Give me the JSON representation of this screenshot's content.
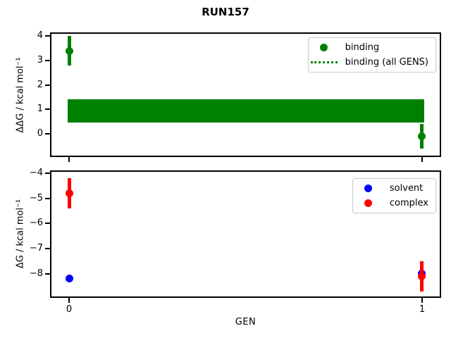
{
  "figure": {
    "title": "RUN157",
    "background": "#ffffff"
  },
  "colors": {
    "binding": "#008000",
    "solvent": "#0000ff",
    "complex": "#ff0000",
    "axis": "#000000",
    "legend_border": "#cccccc"
  },
  "chart_data": [
    {
      "type": "scatter",
      "title": "RUN157",
      "ylabel": "ΔΔG / kcal mol⁻¹",
      "xlabel": "",
      "xlim": [
        -0.05,
        1.05
      ],
      "ylim": [
        -0.9,
        4.1
      ],
      "grid": false,
      "show_xtick_labels": false,
      "yticks": [
        {
          "v": 4,
          "label": "4"
        },
        {
          "v": 3,
          "label": "3"
        },
        {
          "v": 2,
          "label": "2"
        },
        {
          "v": 1,
          "label": "1"
        },
        {
          "v": 0,
          "label": "0"
        }
      ],
      "xticks": [
        {
          "v": 0,
          "label": "0"
        },
        {
          "v": 1,
          "label": "1"
        }
      ],
      "series": [
        {
          "name": "binding (all GENS)",
          "style": "band",
          "color": "#008000",
          "x_from": 0,
          "x_to": 1,
          "y_low": 0.45,
          "y_high": 1.42
        },
        {
          "name": "binding",
          "style": "points",
          "color": "#008000",
          "x": [
            0,
            1
          ],
          "y": [
            3.4,
            -0.1
          ],
          "yerr": [
            0.6,
            0.5
          ]
        }
      ],
      "legend": {
        "position": "upper right",
        "entries": [
          {
            "label": "binding",
            "glyph": "dot",
            "color": "#008000"
          },
          {
            "label": "binding (all GENS)",
            "glyph": "dotted-line",
            "color": "#008000"
          }
        ]
      }
    },
    {
      "type": "scatter",
      "title": "",
      "ylabel": "ΔG / kcal mol⁻¹",
      "xlabel": "GEN",
      "xlim": [
        -0.05,
        1.05
      ],
      "ylim": [
        -8.9,
        -3.95
      ],
      "grid": false,
      "show_xtick_labels": true,
      "yticks": [
        {
          "v": -4,
          "label": "−4"
        },
        {
          "v": -5,
          "label": "−5"
        },
        {
          "v": -6,
          "label": "−6"
        },
        {
          "v": -7,
          "label": "−7"
        },
        {
          "v": -8,
          "label": "−8"
        }
      ],
      "xticks": [
        {
          "v": 0,
          "label": "0"
        },
        {
          "v": 1,
          "label": "1"
        }
      ],
      "series": [
        {
          "name": "solvent",
          "style": "points",
          "color": "#0000ff",
          "x": [
            0,
            1
          ],
          "y": [
            -8.2,
            -8.0
          ],
          "yerr": [
            0,
            0
          ]
        },
        {
          "name": "complex",
          "style": "points",
          "color": "#ff0000",
          "x": [
            0,
            1
          ],
          "y": [
            -4.8,
            -8.1
          ],
          "yerr": [
            0.6,
            0.6
          ]
        }
      ],
      "legend": {
        "position": "upper right",
        "entries": [
          {
            "label": "solvent",
            "glyph": "dot",
            "color": "#0000ff"
          },
          {
            "label": "complex",
            "glyph": "dot",
            "color": "#ff0000"
          }
        ]
      }
    }
  ]
}
